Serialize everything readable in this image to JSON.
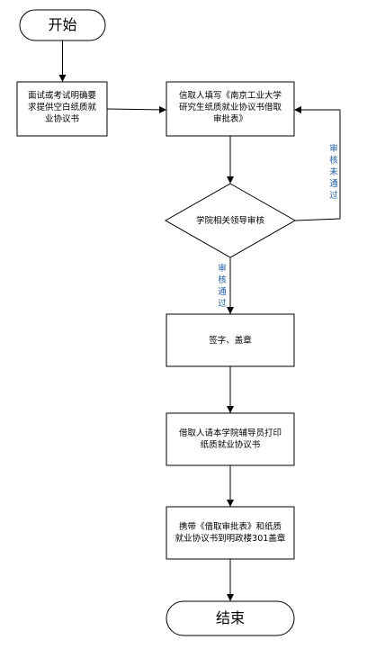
{
  "flowchart": {
    "start": "开始",
    "end": "结束",
    "step_request": [
      "面试或考试明确要",
      "求提供空白纸质就",
      "业协议书"
    ],
    "step_fill": [
      "信取人填写《南京工业大学",
      "研究生纸质就业协议书借取",
      "审批表》"
    ],
    "decision": "学院相关领导审核",
    "step_sign": "签字、盖章",
    "step_print": [
      "借取人请本学院辅导员打印",
      "纸质就业协议书"
    ],
    "step_stamp": [
      "携带《借取审批表》和纸质",
      "就业协议书到明政楼301盖章"
    ],
    "label_fail": [
      "审",
      "核",
      "未",
      "通",
      "过"
    ],
    "label_pass": [
      "审",
      "核",
      "通",
      "过"
    ]
  },
  "colors": {
    "label_blue": "#1f5fa8",
    "stroke": "#000000"
  }
}
